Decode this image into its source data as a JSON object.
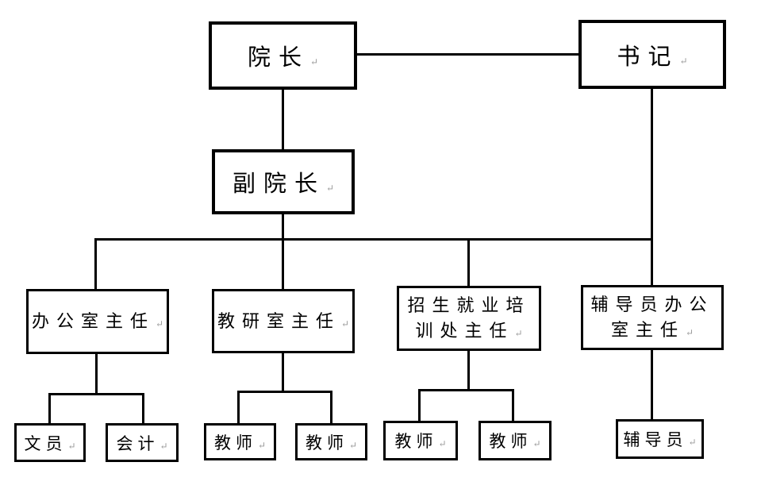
{
  "page": {
    "background_color": "#ffffff",
    "line_color": "#000000"
  },
  "diagram": {
    "type": "org-chart",
    "return_mark": "↵",
    "nodes": {
      "dean": {
        "label": "院长",
        "level": 1
      },
      "secretary": {
        "label": "书记",
        "level": 1
      },
      "vice_dean": {
        "label": "副院长",
        "level": 2
      },
      "office_director": {
        "label": "办公室主任",
        "level": 3
      },
      "teaching_research_director": {
        "label": "教研室主任",
        "level": 3
      },
      "admissions_employment_training_director": {
        "label": "招生就业培训处主任",
        "level": 3
      },
      "counselor_office_director": {
        "label": "辅导员办公室主任",
        "level": 3
      },
      "clerk": {
        "label": "文员",
        "level": 4
      },
      "accountant": {
        "label": "会计",
        "level": 4
      },
      "teacher_1": {
        "label": "教师",
        "level": 4
      },
      "teacher_2": {
        "label": "教师",
        "level": 4
      },
      "teacher_3": {
        "label": "教师",
        "level": 4
      },
      "teacher_4": {
        "label": "教师",
        "level": 4
      },
      "counselor": {
        "label": "辅导员",
        "level": 4
      }
    },
    "edges": [
      {
        "from": "院长",
        "to": "书记",
        "style": "peer"
      },
      {
        "from": "院长",
        "to": "副院长"
      },
      {
        "from": "副院长",
        "to": "办公室主任"
      },
      {
        "from": "副院长",
        "to": "教研室主任"
      },
      {
        "from": "副院长",
        "to": "招生就业培训处主任"
      },
      {
        "from": "书记",
        "to": "辅导员办公室主任"
      },
      {
        "from": "办公室主任",
        "to": "文员"
      },
      {
        "from": "办公室主任",
        "to": "会计"
      },
      {
        "from": "教研室主任",
        "to": "教师"
      },
      {
        "from": "教研室主任",
        "to": "教师"
      },
      {
        "from": "招生就业培训处主任",
        "to": "教师"
      },
      {
        "from": "招生就业培训处主任",
        "to": "教师"
      },
      {
        "from": "辅导员办公室主任",
        "to": "辅导员"
      }
    ]
  }
}
